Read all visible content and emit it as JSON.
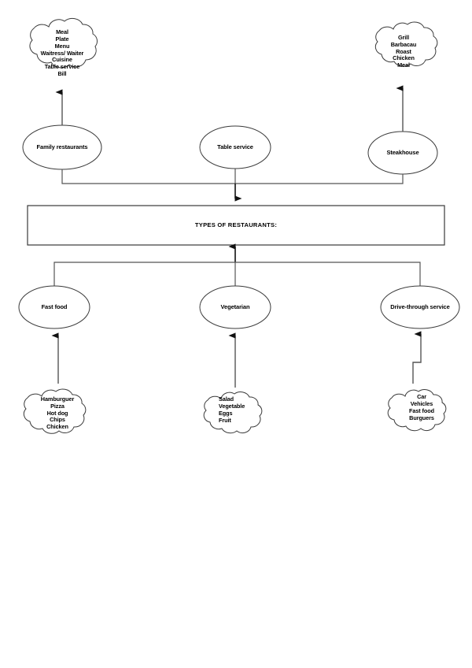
{
  "diagram": {
    "title": "TYPES OF RESTAURANTS:",
    "center_box": {
      "label": "TYPES OF RESTAURANTS:"
    },
    "top_row": {
      "ellipses": [
        {
          "id": "family-restaurants",
          "label": "Family restaurants"
        },
        {
          "id": "table-service",
          "label": "Table service"
        },
        {
          "id": "steakhouse",
          "label": "Steakhouse"
        }
      ],
      "clouds": [
        {
          "id": "family-restaurants-cloud",
          "items": [
            "Meal",
            "Plate",
            "Menu",
            "Waitress/ Waiter",
            "Cuisine",
            "Table service",
            "Bill"
          ],
          "text": "Meal\nPlate\nMenu\nWaitress/ Waiter\nCuisine\nTable service\nBill"
        },
        {
          "id": "steakhouse-cloud",
          "items": [
            "Grill",
            "Barbacau",
            "Roast",
            "Chicken",
            "Meal"
          ],
          "text": "Grill\nBarbacau\nRoast\nChicken\nMeal"
        }
      ]
    },
    "bottom_row": {
      "ellipses": [
        {
          "id": "fast-food",
          "label": "Fast food"
        },
        {
          "id": "vegetarian",
          "label": "Vegetarian"
        },
        {
          "id": "drive-through-service",
          "label": "Drive-through service"
        }
      ],
      "clouds": [
        {
          "id": "fast-food-cloud",
          "items": [
            "Hamburguer",
            "Pizza",
            "Hot dog",
            "Chips",
            "Chicken"
          ],
          "text": "Hamburguer\nPizza\nHot dog\nChips\nChicken"
        },
        {
          "id": "vegetarian-cloud",
          "items": [
            "Salad",
            "Vegetable",
            "Eggs",
            "Fruit"
          ],
          "text": "Salad\nVegetable\nEggs\nFruit"
        },
        {
          "id": "drive-through-cloud",
          "items": [
            "Car",
            "Vehicles",
            "Fast food",
            "Burguers"
          ],
          "text": "Car\nVehicles\nFast food\nBurguers"
        }
      ]
    },
    "colors": {
      "stroke": "#3a3a3a",
      "arrow": "#1a1a1a",
      "text": "#000000",
      "background": "#ffffff"
    }
  }
}
